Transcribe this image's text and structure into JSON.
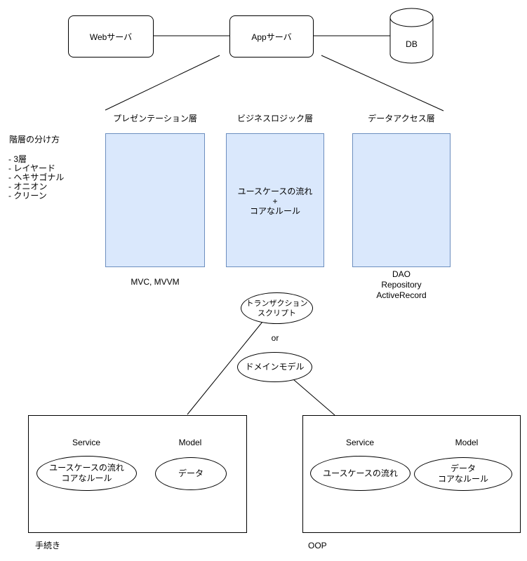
{
  "top": {
    "web_server": "Webサーバ",
    "app_server": "Appサーバ",
    "db": "DB"
  },
  "sidebar": {
    "title": "階層の分け方",
    "items": [
      "- 3層",
      "- レイヤード",
      "- ヘキサゴナル",
      "- オニオン",
      "- クリーン"
    ]
  },
  "layers": {
    "presentation": {
      "label": "プレゼンテーション層",
      "caption": "MVC, MVVM"
    },
    "business": {
      "label": "ビジネスロジック層",
      "content_line1": "ユースケースの流れ",
      "content_line2": "+",
      "content_line3": "コアなルール"
    },
    "data_access": {
      "label": "データアクセス層",
      "caption_line1": "DAO",
      "caption_line2": "Repository",
      "caption_line3": "ActiveRecord"
    }
  },
  "patterns": {
    "transaction_script_line1": "トランザクション",
    "transaction_script_line2": "スクリプト",
    "or_label": "or",
    "domain_model": "ドメインモデル"
  },
  "procedural": {
    "service_label": "Service",
    "service_ellipse_line1": "ユースケースの流れ",
    "service_ellipse_line2": "コアなルール",
    "model_label": "Model",
    "model_ellipse": "データ",
    "caption": "手続き"
  },
  "oop": {
    "service_label": "Service",
    "service_ellipse": "ユースケースの流れ",
    "model_label": "Model",
    "model_ellipse_line1": "データ",
    "model_ellipse_line2": "コアなルール",
    "caption": "OOP"
  },
  "colors": {
    "layer_fill": "#dae8fc",
    "layer_border": "#6c8ebf",
    "line": "#000000",
    "background": "#ffffff"
  }
}
